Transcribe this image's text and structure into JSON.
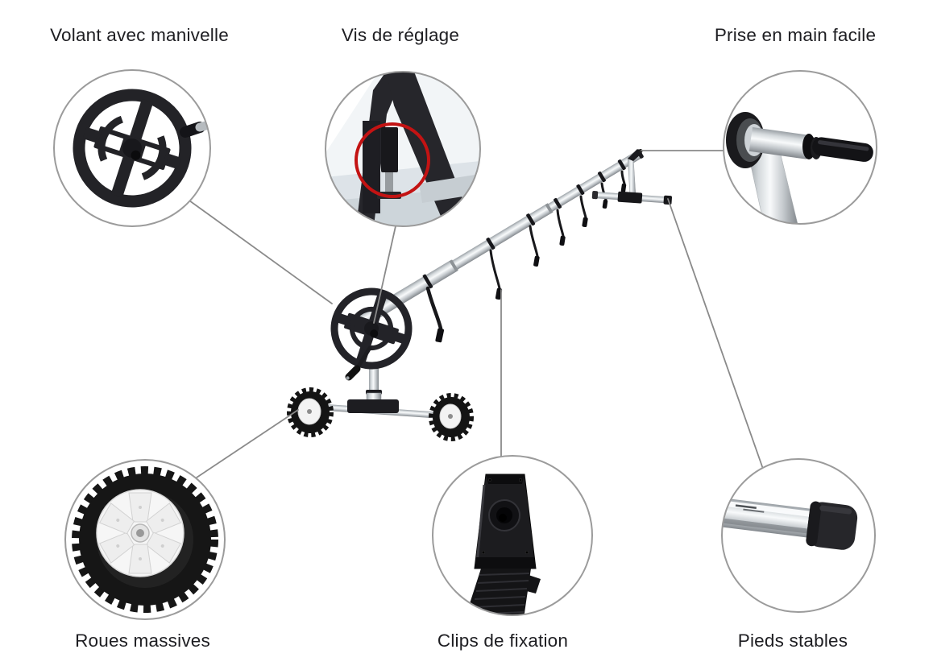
{
  "callouts": [
    {
      "id": "volant-avec-manivelle",
      "label": "Volant avec manivelle",
      "position": "top-left",
      "detail_icon": "handwheel-with-crank-icon"
    },
    {
      "id": "vis-de-reglage",
      "label": "Vis de réglage",
      "position": "top-center",
      "detail_icon": "adjustment-screw-highlight-icon"
    },
    {
      "id": "prise-en-main-facile",
      "label": "Prise en main facile",
      "position": "top-right",
      "detail_icon": "grip-handle-icon"
    },
    {
      "id": "roues-massives",
      "label": "Roues massives",
      "position": "bottom-left",
      "detail_icon": "solid-wheel-icon"
    },
    {
      "id": "clips-de-fixation",
      "label": "Clips de fixation",
      "position": "bottom-center",
      "detail_icon": "fixation-clip-strap-icon"
    },
    {
      "id": "pieds-stables",
      "label": "Pieds stables",
      "position": "bottom-right",
      "detail_icon": "rubber-foot-cap-icon"
    }
  ],
  "product_image": "telescopic-pool-cover-reel",
  "colors": {
    "background": "#ffffff",
    "label_text": "#1e1e22",
    "circle_border": "#9b9b9b",
    "leader_line": "#8a8a8a",
    "highlight_ring": "#c31313",
    "part_black": "#1c1c1f",
    "metal_silver": "#d4d9dc"
  }
}
